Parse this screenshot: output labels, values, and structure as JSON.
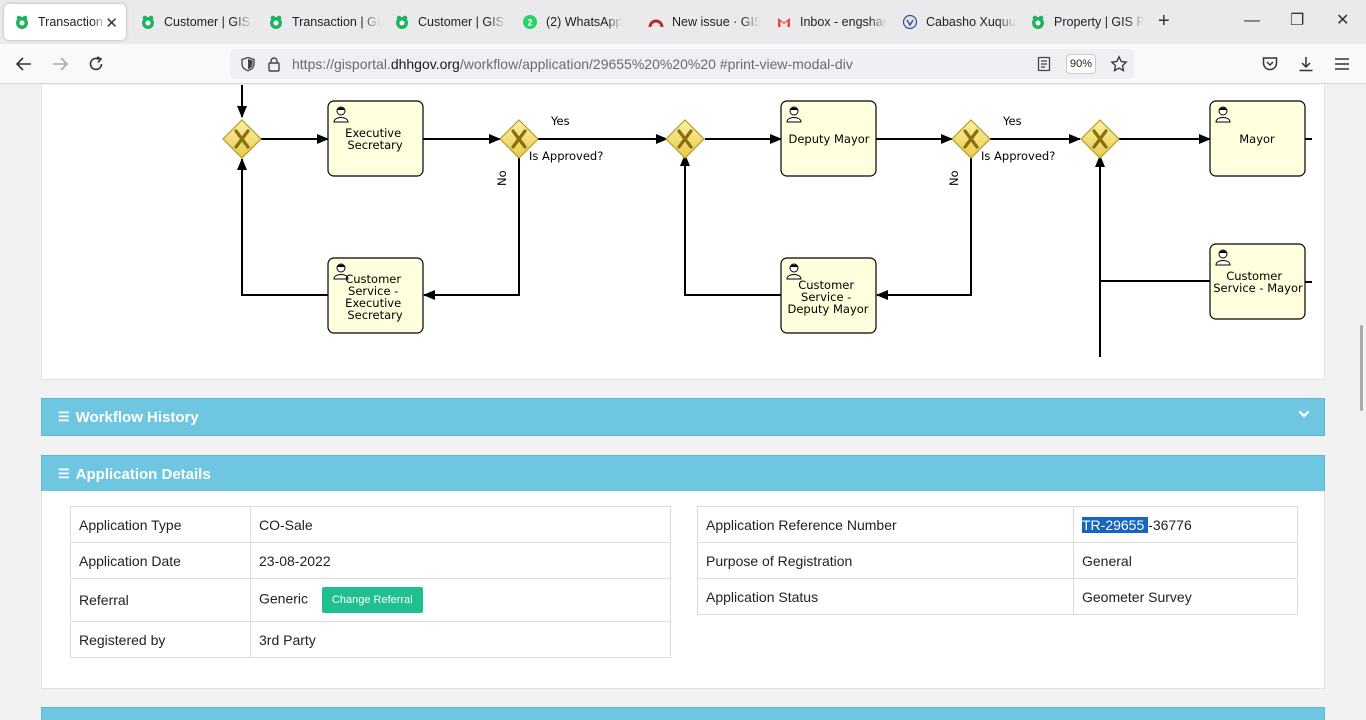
{
  "browser": {
    "tabs": [
      {
        "title": "Transaction | GIS Portal",
        "icon": "gis-portal-icon"
      },
      {
        "title": "Customer | GIS Portal",
        "icon": "gis-portal-icon"
      },
      {
        "title": "Transaction | GIS Portal",
        "icon": "gis-portal-icon"
      },
      {
        "title": "Customer | GIS Portal",
        "icon": "gis-portal-icon"
      },
      {
        "title": "(2) WhatsApp",
        "icon": "whatsapp-icon"
      },
      {
        "title": "New issue · GIS",
        "icon": "issue-tracker-icon"
      },
      {
        "title": "Inbox - engshar",
        "icon": "gmail-icon"
      },
      {
        "title": "Cabasho Xuquuq",
        "icon": "site-icon"
      },
      {
        "title": "Property | GIS Portal",
        "icon": "gis-portal-icon"
      }
    ],
    "url_prefix": "https://gisportal.",
    "url_domain": "dhhgov.org",
    "url_rest": "/workflow/application/29655%20%20%20 #print-view-modal-div",
    "zoom": "90%"
  },
  "diagram": {
    "tasks": {
      "executive_secretary": [
        "Executive",
        "Secretary"
      ],
      "deputy_mayor": [
        "Deputy Mayor"
      ],
      "mayor": [
        "Mayor"
      ],
      "cs_executive_secretary": [
        "Customer",
        "Service -",
        "Executive",
        "Secretary"
      ],
      "cs_deputy_mayor": [
        "Customer",
        "Service -",
        "Deputy Mayor"
      ],
      "cs_mayor": [
        "Customer",
        "Service - Mayor"
      ]
    },
    "labels": {
      "yes": "Yes",
      "no": "No",
      "is_approved": "Is Approved?"
    }
  },
  "workflow_history": {
    "title": "Workflow History"
  },
  "application_details": {
    "title": "Application Details",
    "left": [
      {
        "label": "Application Type",
        "value": "CO-Sale"
      },
      {
        "label": "Application Date",
        "value": "23-08-2022"
      },
      {
        "label": "Referral",
        "value": "Generic",
        "button": "Change Referral"
      },
      {
        "label": "Registered by",
        "value": "3rd Party"
      }
    ],
    "right": [
      {
        "label": "Application Reference Number",
        "value_selected": "TR-29655 ",
        "value_rest": "-36776"
      },
      {
        "label": "Purpose of Registration",
        "value": "General"
      },
      {
        "label": "Application Status",
        "value": "Geometer Survey"
      }
    ]
  },
  "colors": {
    "panel_header": "#6ec6e1",
    "task_fill": "#ffffdd",
    "gateway_fill": "#f4e07a",
    "referral_button": "#1fbf8f",
    "selection": "#1665c1"
  }
}
